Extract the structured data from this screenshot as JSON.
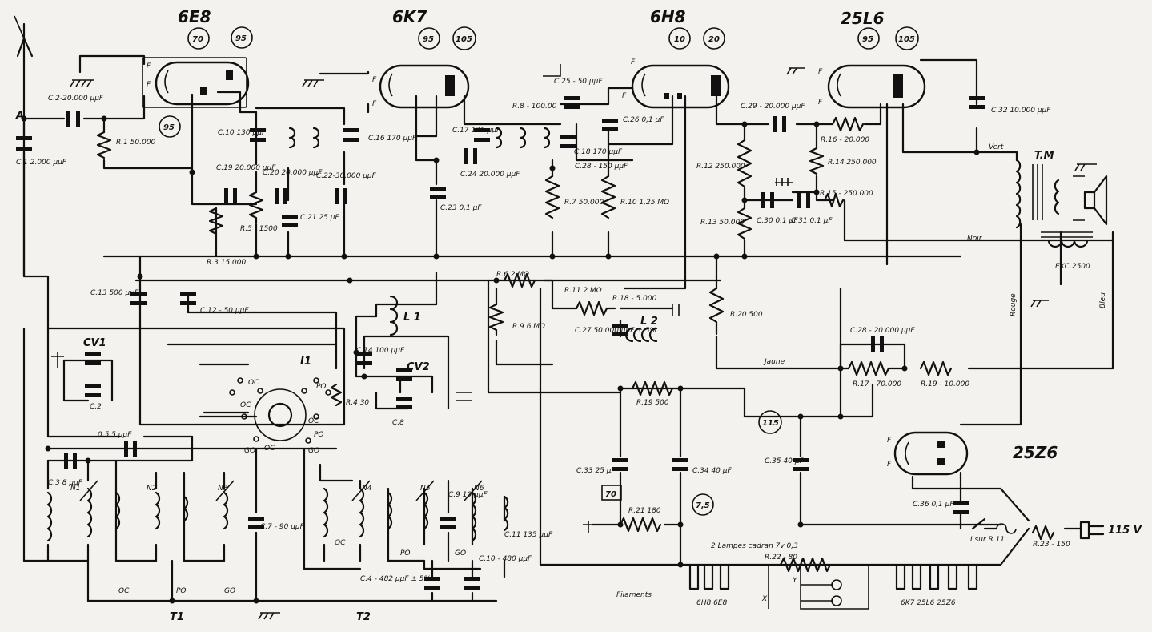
{
  "tubes": [
    {
      "id": "6e8",
      "label": "6E8",
      "pins": [
        "70",
        "95"
      ],
      "extra_pin": "95"
    },
    {
      "id": "6k7",
      "label": "6K7",
      "pins": [
        "95",
        "105"
      ]
    },
    {
      "id": "6h8",
      "label": "6H8",
      "pins": [
        "10",
        "20"
      ]
    },
    {
      "id": "25l6",
      "label": "25L6",
      "pins": [
        "95",
        "105"
      ]
    },
    {
      "id": "25z6",
      "label": "25Z6",
      "pins": [
        "115"
      ]
    }
  ],
  "antenna": {
    "label": "A"
  },
  "capacitors": {
    "c1": "C.1 2.000 μμF",
    "c2": "C.2-20.000 μμF",
    "c10": "C.10 130 μμF",
    "c13": "C.13 500 μμF",
    "c12": "C.12 - 50 μμF",
    "c19": "C.19 20.000 μμF",
    "c20": "C.20 20.000 μμF",
    "c21": "C.21 25 μF",
    "c22": "C.22-30.000 μμF",
    "c16": "C.16 170 μμF",
    "c17": "C.17 170 μμF",
    "c24": "C.24 20.000 μμF",
    "c23": "C.23 0,1 μF",
    "c25": "C.25 - 50 μμF",
    "c26": "C.26 0,1 μF",
    "c18": "C.18 170 μμF",
    "c28b": "C.28 - 150 μμF",
    "c29": "C.29 - 20.000 μμF",
    "c30": "C.30 0,1 μF",
    "c31": "C.31 0,1 μF",
    "c32": "C.32 10.000 μμF",
    "c14": "C.14 100 μμF",
    "c8": "C.8",
    "c27": "C.27 50.000 μμF ± 5%",
    "c28": "C.28 - 20.000 μμF",
    "c33": "C.33 25 μF",
    "c34": "C.34 40 μF",
    "c35": "C.35 40 μF",
    "c36": "C.36 0,1 μF",
    "c3": "C.3 8 μμF",
    "c5": "0,5 5 μμF",
    "c7": "C.7 - 90 μμF",
    "c9": "C.9 10 μμF",
    "c11": "C.11 135 μμF",
    "c4": "C.4 - 482 μμF ± 5%",
    "c10b": "C.10 - 480 μμF"
  },
  "resistors": {
    "r1": "R.1 50.000",
    "r3": "R.3 15.000",
    "r5": "R.5 - 1500",
    "r8": "R.8 - 100.00",
    "r7": "R.7 50.000",
    "r10": "R.10 1,25 MΩ",
    "r12": "R.12 250.000",
    "r13": "R.13 50.000",
    "r14": "R.14 250.000",
    "r16": "R.16 - 20.000",
    "r15": "R.15 - 250.000",
    "r6": "R.6 2 MΩ",
    "r11": "R.11 2 MΩ",
    "r18": "R.18 - 5.000",
    "r9": "R.9 6 MΩ",
    "r20": "R.20 500",
    "r17": "R.17 - 70.000",
    "r4": "R.4 30",
    "r19": "R.19 500",
    "r21": "R.21 180",
    "r22": "R.22 - 80",
    "r23": "R.23 - 150",
    "r19b": "R.19 - 10.000"
  },
  "coils": {
    "l1": "L 1",
    "l2": "L 2",
    "n1": "N1",
    "n2": "N2",
    "n3": "N3",
    "n4": "N4",
    "n5": "N5",
    "n6": "N6"
  },
  "variable_caps": {
    "cv1": "CV1",
    "cv2": "CV2",
    "c2var": "C.2"
  },
  "switch": {
    "i1": "I1",
    "oc": "OC",
    "po": "PO",
    "go": "GO"
  },
  "bands": {
    "oc": "OC",
    "po": "PO",
    "go": "GO"
  },
  "transformer": {
    "tm": "T.M",
    "exc": "EXC 2500"
  },
  "wires": {
    "vert": "Vert",
    "noir": "Noir",
    "jaune": "Jaune",
    "rouge": "Rouge",
    "bleu": "Bleu"
  },
  "terminals": {
    "t1": "T1",
    "t2": "T2"
  },
  "voltage_boxes": {
    "v70": "70",
    "v75": "7,5"
  },
  "mains": {
    "voltage": "115 V",
    "switch": "I sur R.11"
  },
  "filaments": {
    "title": "Filaments",
    "lamps": "2 Lampes cadran 7v 0,3",
    "group1": "6H8 6E8",
    "group2": "6K7 25L6 25Z6",
    "x": "X",
    "y": "Y"
  }
}
